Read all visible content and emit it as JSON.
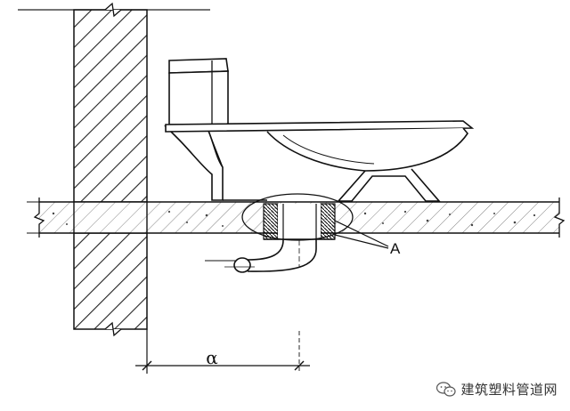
{
  "diagram": {
    "label_a": "A",
    "dimension_symbol": "α"
  },
  "watermark": {
    "text": "建筑塑料管道网",
    "icon": "wechat-icon"
  }
}
